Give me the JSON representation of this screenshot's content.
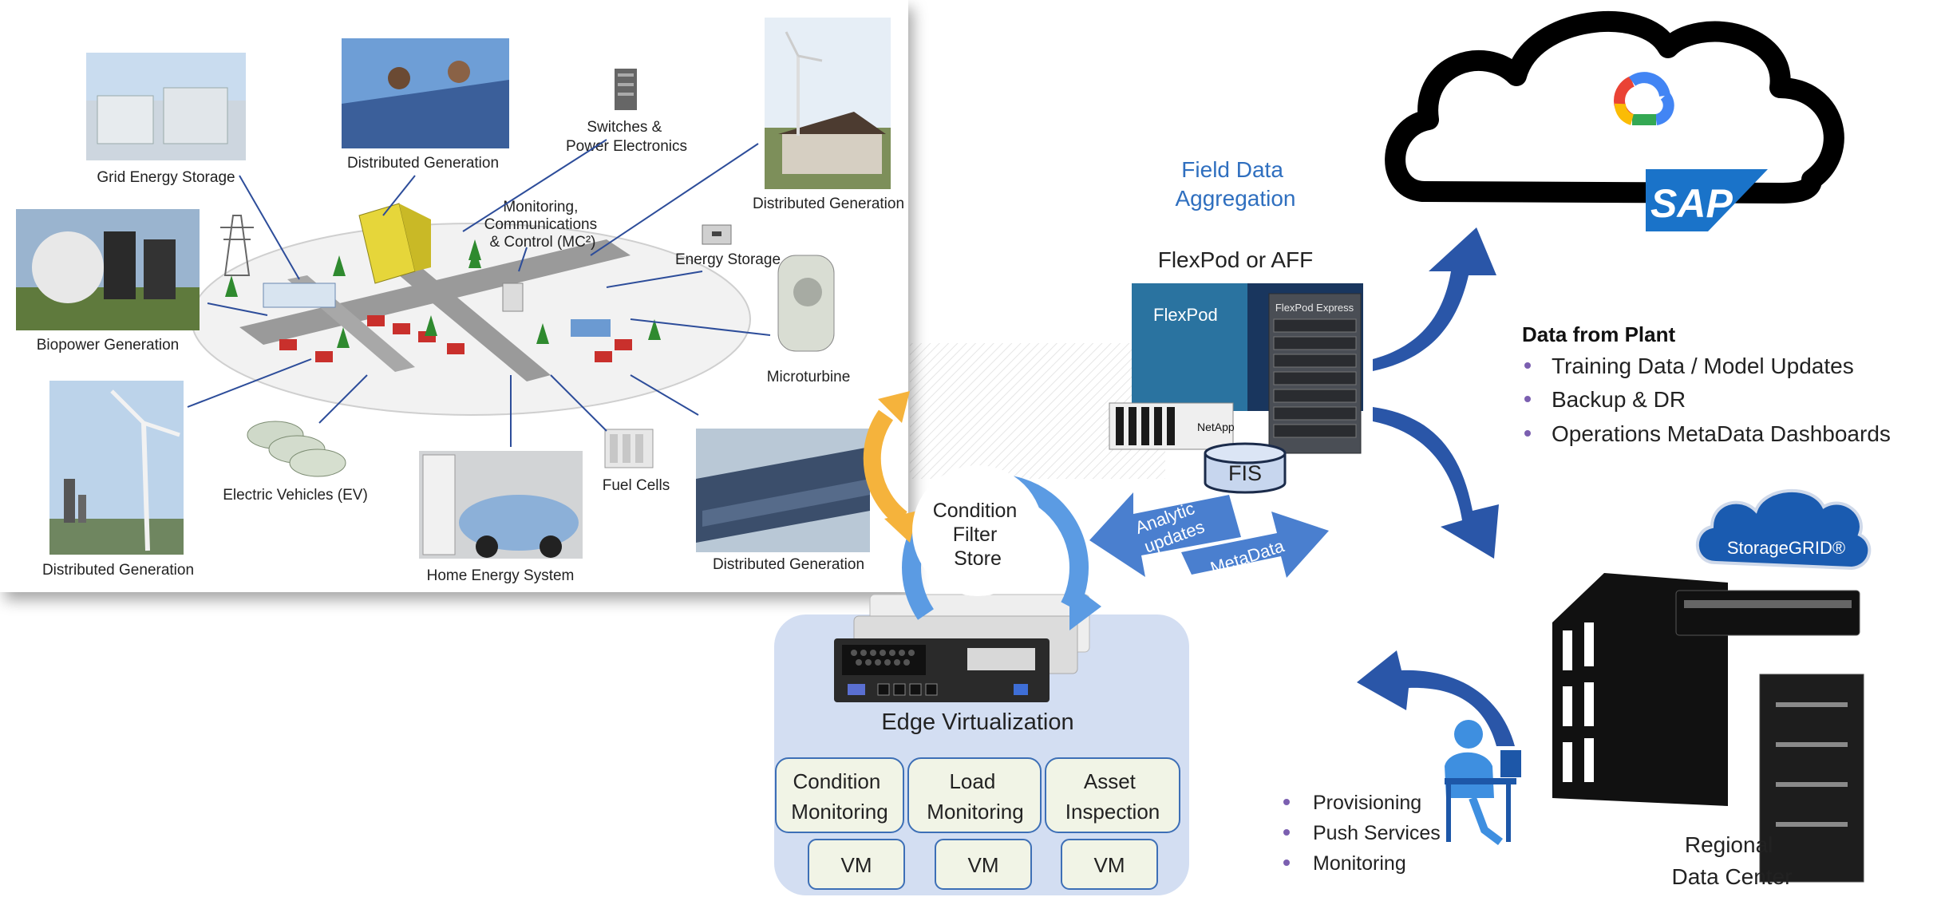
{
  "grid_panel": {
    "labels": {
      "grid_energy_storage": "Grid Energy Storage",
      "distributed_generation_top": "Distributed Generation",
      "switches": "Switches &\nPower Electronics",
      "distributed_generation_right": "Distributed Generation",
      "monitoring": "Monitoring,\nCommunications\n& Control (MC²)",
      "energy_storage": "Energy Storage",
      "biopower": "Biopower Generation",
      "microturbine": "Microturbine",
      "electric_vehicles": "Electric Vehicles (EV)",
      "fuel_cells": "Fuel Cells",
      "distributed_generation_left": "Distributed Generation",
      "home_energy": "Home Energy System",
      "distributed_generation_bottom": "Distributed Generation"
    }
  },
  "edge": {
    "cycle_text": "Condition\nFilter\nStore",
    "title": "Edge Virtualization",
    "apps": [
      {
        "name": "Condition\nMonitoring",
        "vm": "VM"
      },
      {
        "name": "Load\nMonitoring",
        "vm": "VM"
      },
      {
        "name": "Asset\nInspection",
        "vm": "VM"
      }
    ]
  },
  "arrows": {
    "analytic": "Analytic\nupdates",
    "metadata": "MetaData"
  },
  "aggregation": {
    "title": "Field Data\nAggregation",
    "device": "FlexPod or AFF",
    "fis": "FIS",
    "flexpod_brand": "FlexPod",
    "flexpod_express": "FlexPod Express",
    "netapp": "NetApp"
  },
  "cloud": {
    "sap": "SAP"
  },
  "plant": {
    "heading": "Data from Plant",
    "items": [
      "Training Data / Model Updates",
      "Backup & DR",
      "Operations MetaData Dashboards"
    ]
  },
  "datacenter": {
    "badge": "StorageGRID®",
    "label": "Regional\nData Center",
    "services": [
      "Provisioning",
      "Push Services",
      "Monitoring"
    ]
  },
  "colors": {
    "blue_arrow": "#2a56a8",
    "mid_blue": "#4a7fcf",
    "cycle_blue": "#5b9be3",
    "orange": "#f5b33c",
    "field_title": "#2f6fbf",
    "bullet": "#7b5fb0",
    "edge_panel": "#d3def2",
    "app_box": "#f1f4e6"
  }
}
